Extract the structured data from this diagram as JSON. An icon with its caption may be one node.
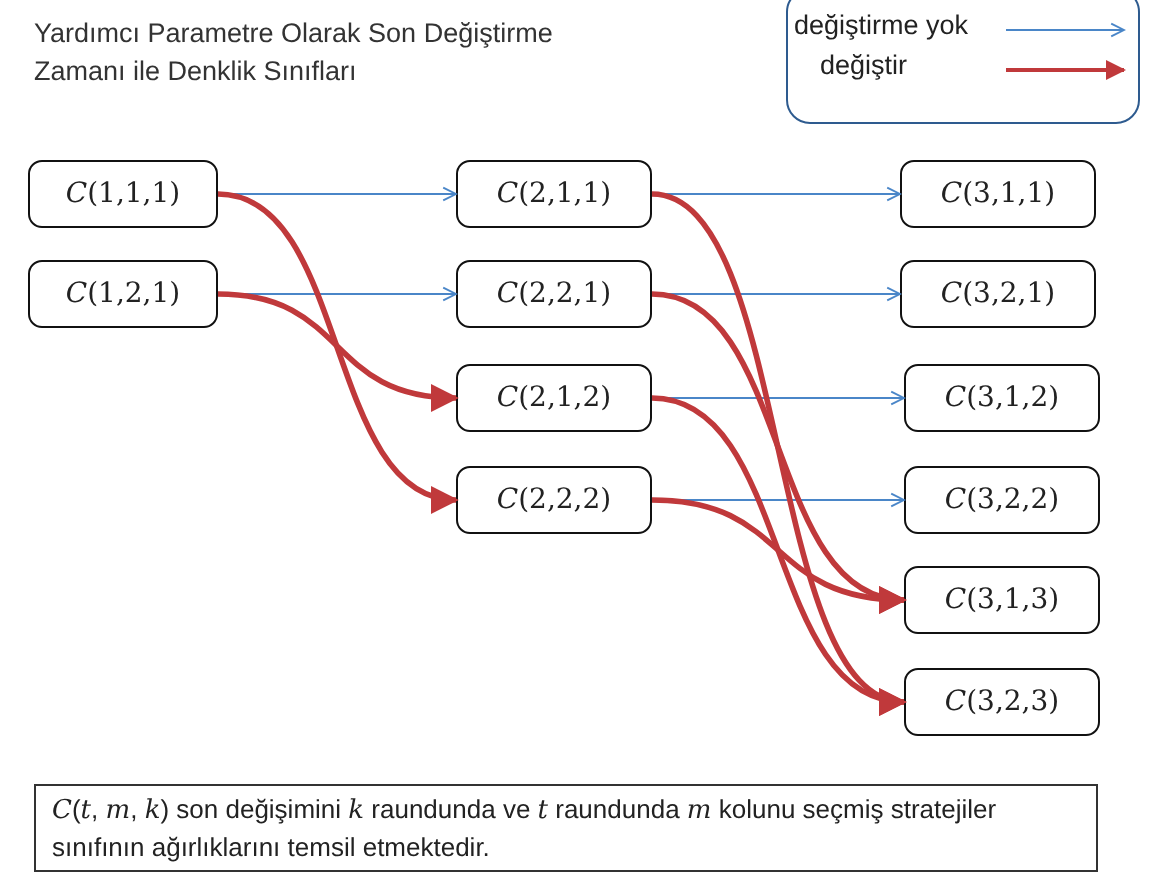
{
  "diagram": {
    "title": "Yardımcı Parametre Olarak Son Değiştirme Zamanı ile Denklik Sınıfları",
    "nodes": [
      {
        "text": [
          "*C*(1,1,1)"
        ]
      },
      {
        "text": [
          "*C*(1,2,1)"
        ]
      },
      {
        "text": [
          "*C*(2,1,1)"
        ]
      },
      {
        "text": [
          "*C*(2,2,1)"
        ]
      },
      {
        "text": [
          "*C*(2,1,2)"
        ]
      },
      {
        "text": [
          "*C*(2,2,2)"
        ]
      },
      {
        "text": [
          "*C*(3,1,1)"
        ]
      },
      {
        "text": [
          "*C*(3,2,1)"
        ]
      },
      {
        "text": [
          "*C*(3,1,2)"
        ]
      },
      {
        "text": [
          "*C*(3,2,2)"
        ]
      },
      {
        "text": [
          "*C*(3,1,3)"
        ]
      },
      {
        "text": [
          "*C*(3,2,3)"
        ]
      },
      {
        "text": [
          "*C*(*t*, *m*, *k*) son değişimini  *k* raundunda  ve *t* raundunda *m* kolunu seçmiş stratejiler sınıfının ağırlıklarını temsil etmektedir."
        ]
      }
    ],
    "edges": [
      {
        "from": 0,
        "to": 2,
        "arrow": "to",
        "color": "#4a86c8"
      },
      {
        "from": 1,
        "to": 3,
        "arrow": "to",
        "color": "#4a86c8"
      },
      {
        "from": 0,
        "to": 5,
        "arrow": "to",
        "style": "thick",
        "color": "#c0393b"
      },
      {
        "from": 1,
        "to": 4,
        "arrow": "to",
        "style": "thick",
        "color": "#c0393b"
      },
      {
        "from": 2,
        "to": 6,
        "arrow": "to",
        "color": "#4a86c8"
      },
      {
        "from": 3,
        "to": 7,
        "arrow": "to",
        "color": "#4a86c8"
      },
      {
        "from": 4,
        "to": 8,
        "arrow": "to",
        "color": "#4a86c8"
      },
      {
        "from": 5,
        "to": 9,
        "arrow": "to",
        "color": "#4a86c8"
      },
      {
        "from": 2,
        "to": 11,
        "arrow": "to",
        "style": "thick",
        "color": "#c0393b"
      },
      {
        "from": 3,
        "to": 10,
        "arrow": "to",
        "style": "thick",
        "color": "#c0393b"
      },
      {
        "from": 4,
        "to": 11,
        "arrow": "to",
        "style": "thick",
        "color": "#c0393b"
      },
      {
        "from": 5,
        "to": 10,
        "arrow": "to",
        "style": "thick",
        "color": "#c0393b"
      }
    ],
    "legend": [
      {
        "text": "değiştirme yok"
      },
      {
        "text": "değiştir"
      }
    ]
  }
}
